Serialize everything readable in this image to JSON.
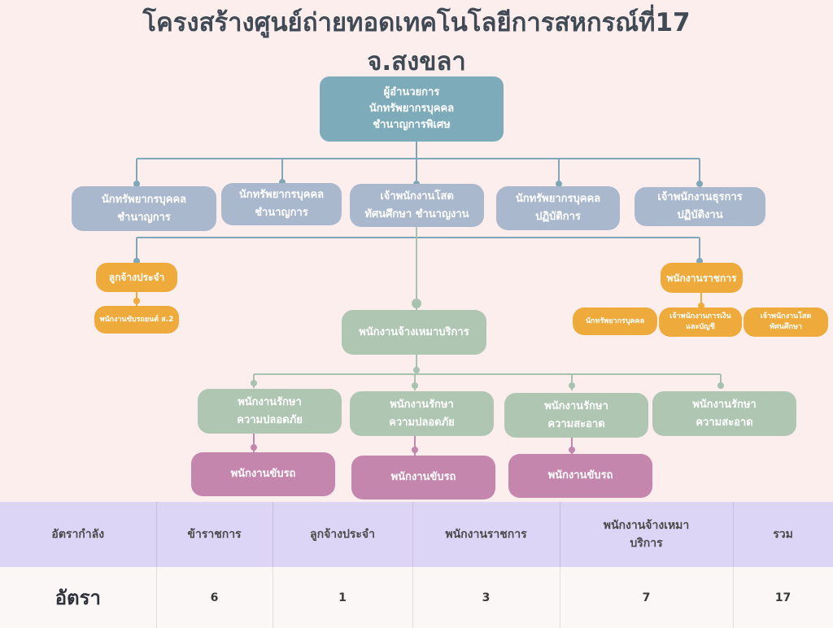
{
  "title": {
    "line1": "โครงสร้างศูนย์ถ่ายทอดเทคโนโลยีการสหกรณ์ที่17",
    "line2": "จ.สงขลา"
  },
  "org": {
    "director": "ผู้อำนวยการ\nนักทรัพยากรบุคคล\nชำนาญการพิเศษ",
    "level2": [
      "นักทรัพยากรบุคคล\nชำนาญการ",
      "นักทรัพยากรบุคคล\nชำนาญการ",
      "เจ้าพนักงานโสต\nทัศนศึกษา ชำนาญงาน",
      "นักทรัพยากรบุคคล\nปฏิบัติการ",
      "เจ้าพนักงานธุรการ\nปฏิบัติงาน"
    ],
    "permanent_employee": "ลูกจ้างประจำ",
    "driver_s2": "พนักงานขับรถยนต์ ส.2",
    "government_employee": "พนักงานราชการ",
    "gov_staff": [
      "นักทรัพยากรบุคคล",
      "เจ้าพนักงานการเงิน\nและบัญชี",
      "เจ้าพนักงานโสต\nทัศนศึกษา"
    ],
    "contract_service": "พนักงานจ้างเหมาบริการ",
    "service_staff": [
      "พนักงานรักษา\nความปลอดภัย",
      "พนักงานรักษา\nความปลอดภัย",
      "พนักงานรักษา\nความสะอาด",
      "พนักงานรักษา\nความสะอาด"
    ],
    "drivers": [
      "พนักงานขับรถ",
      "พนักงานขับรถ",
      "พนักงานขับรถ"
    ]
  },
  "manpower_table": {
    "headers": [
      "อัตรากำลัง",
      "ข้าราชการ",
      "ลูกจ้างประจำ",
      "พนักงานราชการ",
      "พนักงานจ้างเหมา\nบริการ",
      "รวม"
    ],
    "row": [
      "อัตรา",
      "6",
      "1",
      "3",
      "7",
      "17"
    ]
  },
  "colors": {
    "background": "#fdeeee",
    "director": "#7eabba",
    "civil_servants": "#aab8cd",
    "orange_units": "#eeaa3a",
    "service_units": "#aec6b2",
    "drivers": "#c586ad",
    "table_header": "#ddd5f6"
  }
}
